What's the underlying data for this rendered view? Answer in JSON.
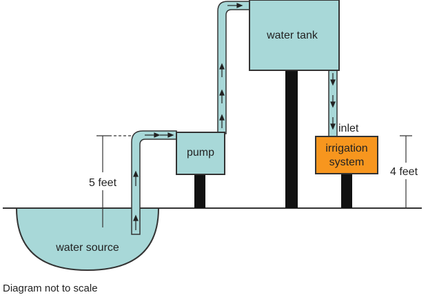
{
  "labels": {
    "water_tank": "water tank",
    "pump": "pump",
    "water_source": "water source",
    "irrigation_line1": "irrigation",
    "irrigation_line2": "system",
    "inlet": "inlet",
    "left_height": "5 feet",
    "right_height": "4 feet",
    "note": "Diagram not to scale"
  },
  "colors": {
    "water": "#a8d8d8",
    "outline": "#333333",
    "irrigation_fill": "#f7961e",
    "support": "#111111"
  }
}
